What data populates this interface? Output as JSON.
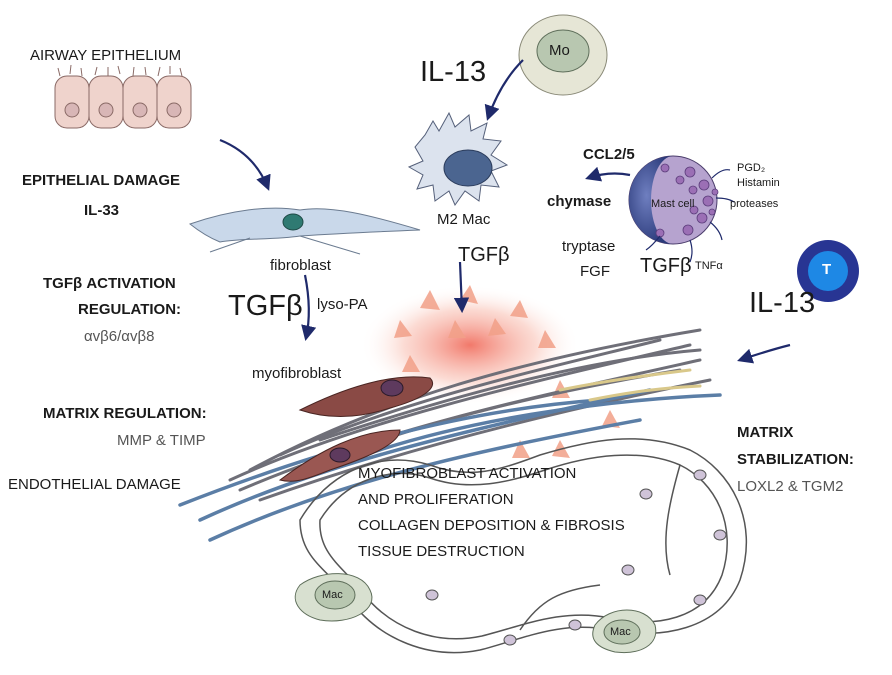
{
  "labels": {
    "airway_epithelium": "AIRWAY EPITHELIUM",
    "epithelial_damage": "EPITHELIAL DAMAGE",
    "il33": "IL-33",
    "tgfb_activation": "TGFβ ACTIVATION",
    "regulation": "REGULATION:",
    "integrins": "αvβ6/αvβ8",
    "matrix_regulation": "MATRIX REGULATION:",
    "mmp_timp": "MMP & TIMP",
    "endothelial_damage": "ENDOTHELIAL DAMAGE",
    "il13_top": "IL-13",
    "il13_right": "IL-13",
    "mo": "Mo",
    "m2_mac": "M2 Mac",
    "ccl25": "CCL2/5",
    "chymase": "chymase",
    "mast_cell": "Mast cell",
    "pgd2": "PGD₂",
    "histamin": "Histamin",
    "proteases": "proteases",
    "tryptase": "tryptase",
    "fgf": "FGF",
    "tgfb_mast": "TGFβ",
    "tnfa": "TNFα",
    "t_cell": "T",
    "fibroblast": "fibroblast",
    "tgfb_fibro": "TGFβ",
    "lyso_pa": "lyso-PA",
    "tgfb_mac": "TGFβ",
    "myofibroblast": "myofibroblast",
    "outcome_1": "MYOFIBROBLAST ACTIVATION",
    "outcome_2": "AND PROLIFERATION",
    "outcome_3": "COLLAGEN DEPOSITION & FIBROSIS",
    "outcome_4": "TISSUE DESTRUCTION",
    "matrix_stab_1": "MATRIX",
    "matrix_stab_2": "STABILIZATION:",
    "loxl2_tgm2": "LOXL2 & TGM2",
    "mac_left": "Mac",
    "mac_right": "Mac"
  },
  "colors": {
    "arrow": "#1f2a6b",
    "epithelium_cell": "#efd3cc",
    "fibroblast": "#c9d8ea",
    "collagen_grey": "#6f6f78",
    "collagen_blue": "#5b7ea6",
    "myofibroblast": "#8a4a45",
    "t_cell_outer": "#283593",
    "t_cell_inner": "#1e88e5",
    "mast_granule": "#9b6fb5",
    "macrophage": "#d8e0d0",
    "mediator_orange": "#f2a088"
  }
}
